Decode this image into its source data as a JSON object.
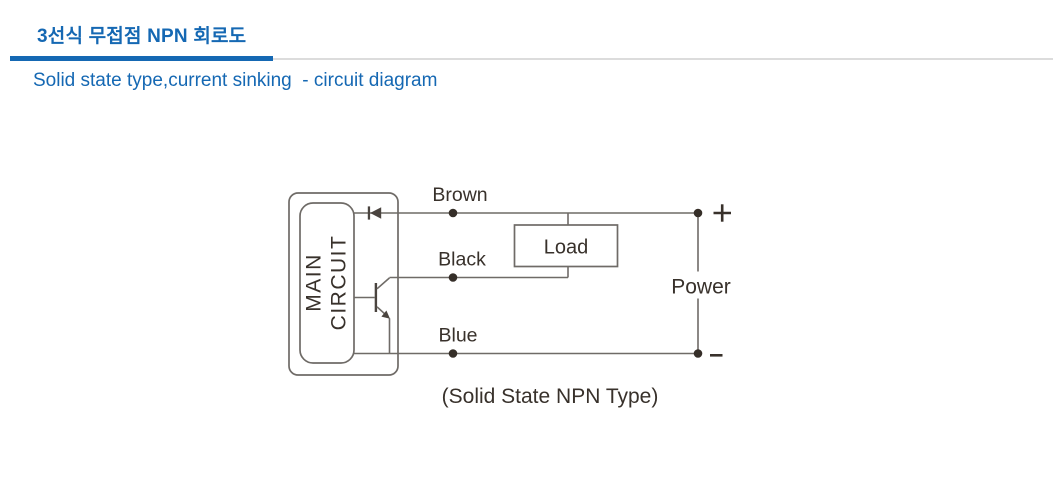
{
  "header": {
    "title_ko": "3선식 무접점 NPN 회로도",
    "subtitle_en": "Solid state type,current sinking  - circuit diagram"
  },
  "diagram": {
    "main_circuit": {
      "line1": "MAIN",
      "line2": "CIRCUIT"
    },
    "wire_labels": {
      "brown": "Brown",
      "black": "Black",
      "blue": "Blue"
    },
    "load_label": "Load",
    "power_label": "Power",
    "polarity": {
      "plus": "+",
      "minus": "-"
    },
    "caption": "(Solid State NPN Type)"
  },
  "colors": {
    "accent_blue": "#1568b3",
    "divider_gray": "#dcdcdc",
    "wire_gray": "#6f6b67",
    "text_dark": "#38312b"
  }
}
